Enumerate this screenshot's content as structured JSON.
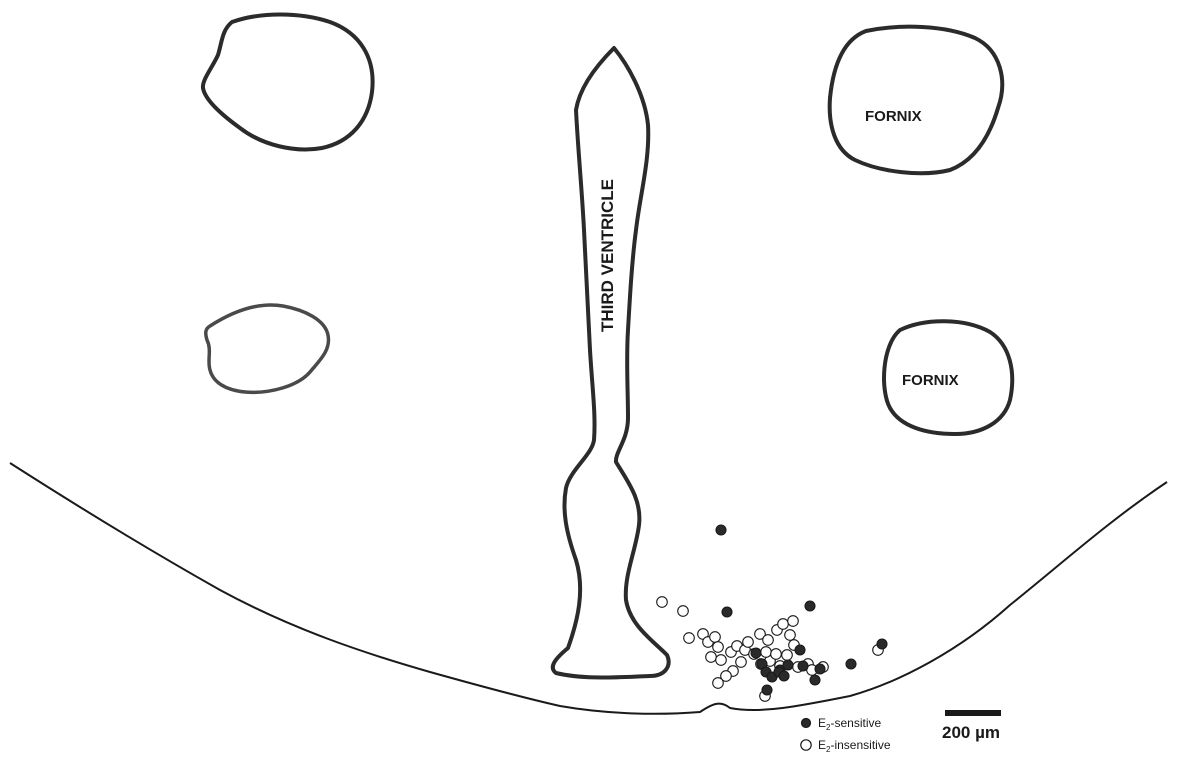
{
  "labels": {
    "ventricle": "THIRD  VENTRICLE",
    "fornix_upper": "FORNIX",
    "fornix_lower": "FORNIX"
  },
  "legend": {
    "sensitive": {
      "prefix": "E",
      "sub": "2",
      "suffix": "-sensitive",
      "color": "#2a2a2a"
    },
    "insensitive": {
      "prefix": "E",
      "sub": "2",
      "suffix": "-insensitive",
      "color": "#ffffff"
    }
  },
  "scale_bar": {
    "label": "200 µm"
  }
}
